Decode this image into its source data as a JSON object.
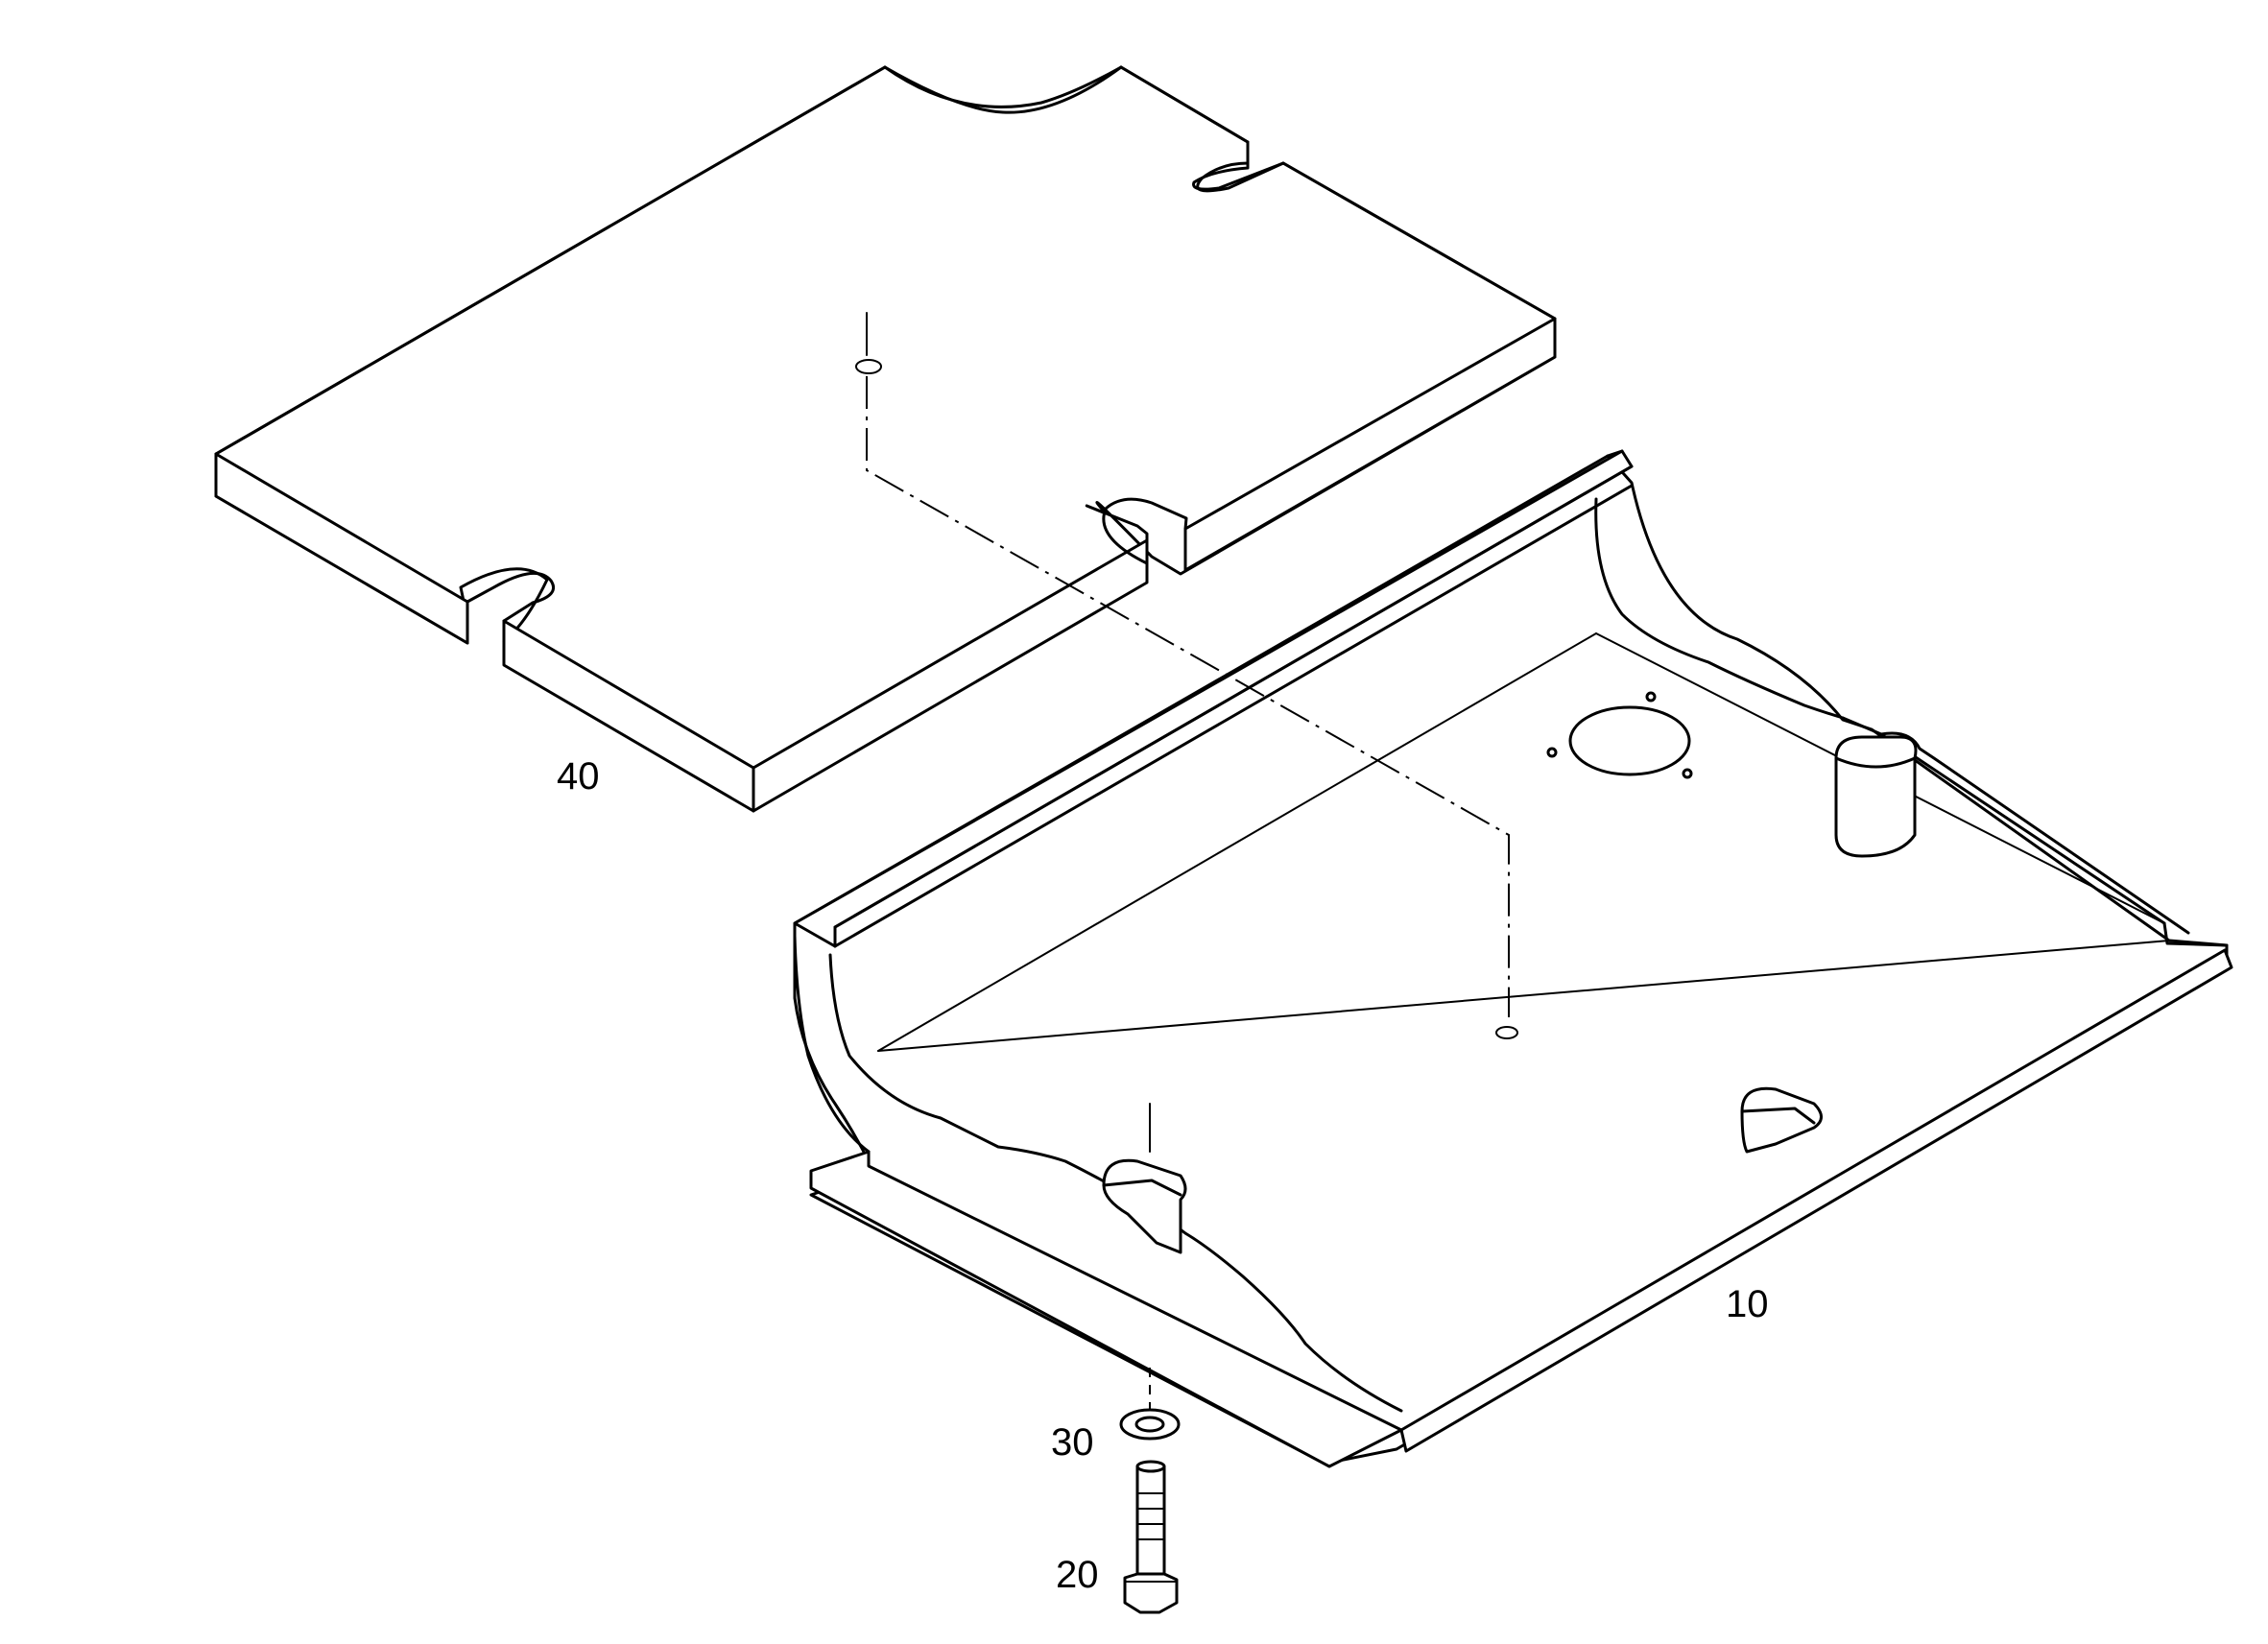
{
  "drawing": {
    "callouts": {
      "part_10": "10",
      "part_20": "20",
      "part_30": "30",
      "part_40": "40"
    }
  },
  "colors": {
    "line": "#000000",
    "background": "#ffffff"
  }
}
